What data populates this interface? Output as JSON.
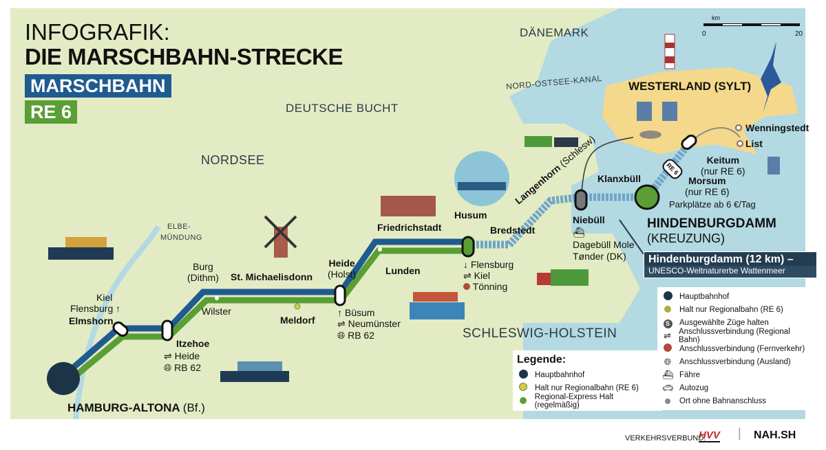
{
  "title": {
    "line1": "INFOGRAFIK:",
    "line2": "DIE MARSCHBAHN-STRECKE",
    "tag1": "MARSCHBAHN",
    "tag2": "RE 6"
  },
  "colors": {
    "sea": "#b3d9e2",
    "land": "#e2ebc3",
    "island": "#f4d98c",
    "line_blue": "#1f5b8f",
    "line_green": "#5a9e35",
    "tag_blue": "#1f5b8f",
    "tag_green": "#5a9e35",
    "banner": "#243c52"
  },
  "scale": {
    "unit": "km",
    "min": "0",
    "max": "20"
  },
  "regions": {
    "daenemark": "DÄNEMARK",
    "deutsche_bucht": "DEUTSCHE BUCHT",
    "nordsee": "NORDSEE",
    "kanal": "NORD-OSTSEE-KANAL",
    "elbe": "ELBE-",
    "elbe2": "MÜNDUNG",
    "sh": "SCHLESWIG-HOLSTEIN"
  },
  "stations": {
    "hamburg": "HAMBURG-ALTONA",
    "hamburg_suffix": "(Bf.)",
    "elmshorn": "Elmshorn",
    "elmshorn_conn1": "Kiel",
    "elmshorn_conn2": "Flensburg ↑",
    "itzehoe": "Itzehoe",
    "itzehoe_conn1": "Heide",
    "itzehoe_conn2": "RB 62",
    "burg": "Burg",
    "burg2": "(Dithm)",
    "wilster": "Wilster",
    "michaelisdonn": "St. Michaelisdonn",
    "meldorf": "Meldorf",
    "heide": "Heide",
    "heide2": "(Holst)",
    "heide_conn1": "Büsum",
    "heide_conn2": "Neumünster",
    "heide_conn3": "RB 62",
    "lunden": "Lunden",
    "friedrichstadt": "Friedrichstadt",
    "husum": "Husum",
    "husum_conn1": "Flensburg",
    "husum_conn2": "Kiel",
    "husum_conn3": "Tönning",
    "bredstedt": "Bredstedt",
    "langenhorn": "Langenhorn",
    "langenhorn2": "(Schlesw)",
    "niebuell": "Niebüll",
    "dagebuell": "Dagebüll Mole",
    "tonder": "Tønder (DK)",
    "klanxbuell": "Klanxbüll",
    "hindenburgdamm": "HINDENBURGDAMM",
    "kreuzung": "(KREUZUNG)",
    "parking": "Parkplätze ab 6 €/Tag",
    "morsum": "Morsum",
    "morsum2": "(nur RE 6)",
    "keitum": "Keitum",
    "keitum2": "(nur RE 6)",
    "westerland": "WESTERLAND (SYLT)",
    "wenningstedt": "Wenningstedt",
    "list": "List",
    "re6_badge": "RE 6"
  },
  "banner": {
    "title": "Hindenburgdamm (12 km) –",
    "subtitle": "UNESCO-Weltnaturerbe Wattenmeer"
  },
  "legend_left": {
    "heading": "Legende:",
    "items": [
      {
        "icon": "main-station-icon",
        "label": "Hauptbahnhof"
      },
      {
        "icon": "yellow-dot-icon",
        "label": "Halt nur Regionalbahn (RE 6)"
      },
      {
        "icon": "green-dot-icon",
        "label": "Regional-Express Halt (regelmäßig)"
      }
    ]
  },
  "legend_right": {
    "items": [
      {
        "icon": "main-station-icon",
        "label": "Hauptbahnhof"
      },
      {
        "icon": "yellow-dot-icon",
        "label": "Halt nur Regionalbahn (RE 6)"
      },
      {
        "icon": "s-icon",
        "label": "Ausgewählte Züge halten"
      },
      {
        "icon": "exchange-arrows-icon",
        "label": "Anschlussverbindung (Regional Bahn)"
      },
      {
        "icon": "red-circle-icon",
        "label": "Anschlussverbindung (Fernverkehr)"
      },
      {
        "icon": "globe-icon",
        "label": "Anschlussverbindung (Ausland)"
      },
      {
        "icon": "ferry-icon",
        "label": "Fähre"
      },
      {
        "icon": "car-icon",
        "label": "Autozug"
      },
      {
        "icon": "grey-dot-icon",
        "label": "Ort ohne Bahnanschluss"
      }
    ]
  },
  "footer": {
    "label": "VERKEHRSVERBUND:",
    "logo1": "HVV",
    "logo2": "NAH.SH"
  }
}
